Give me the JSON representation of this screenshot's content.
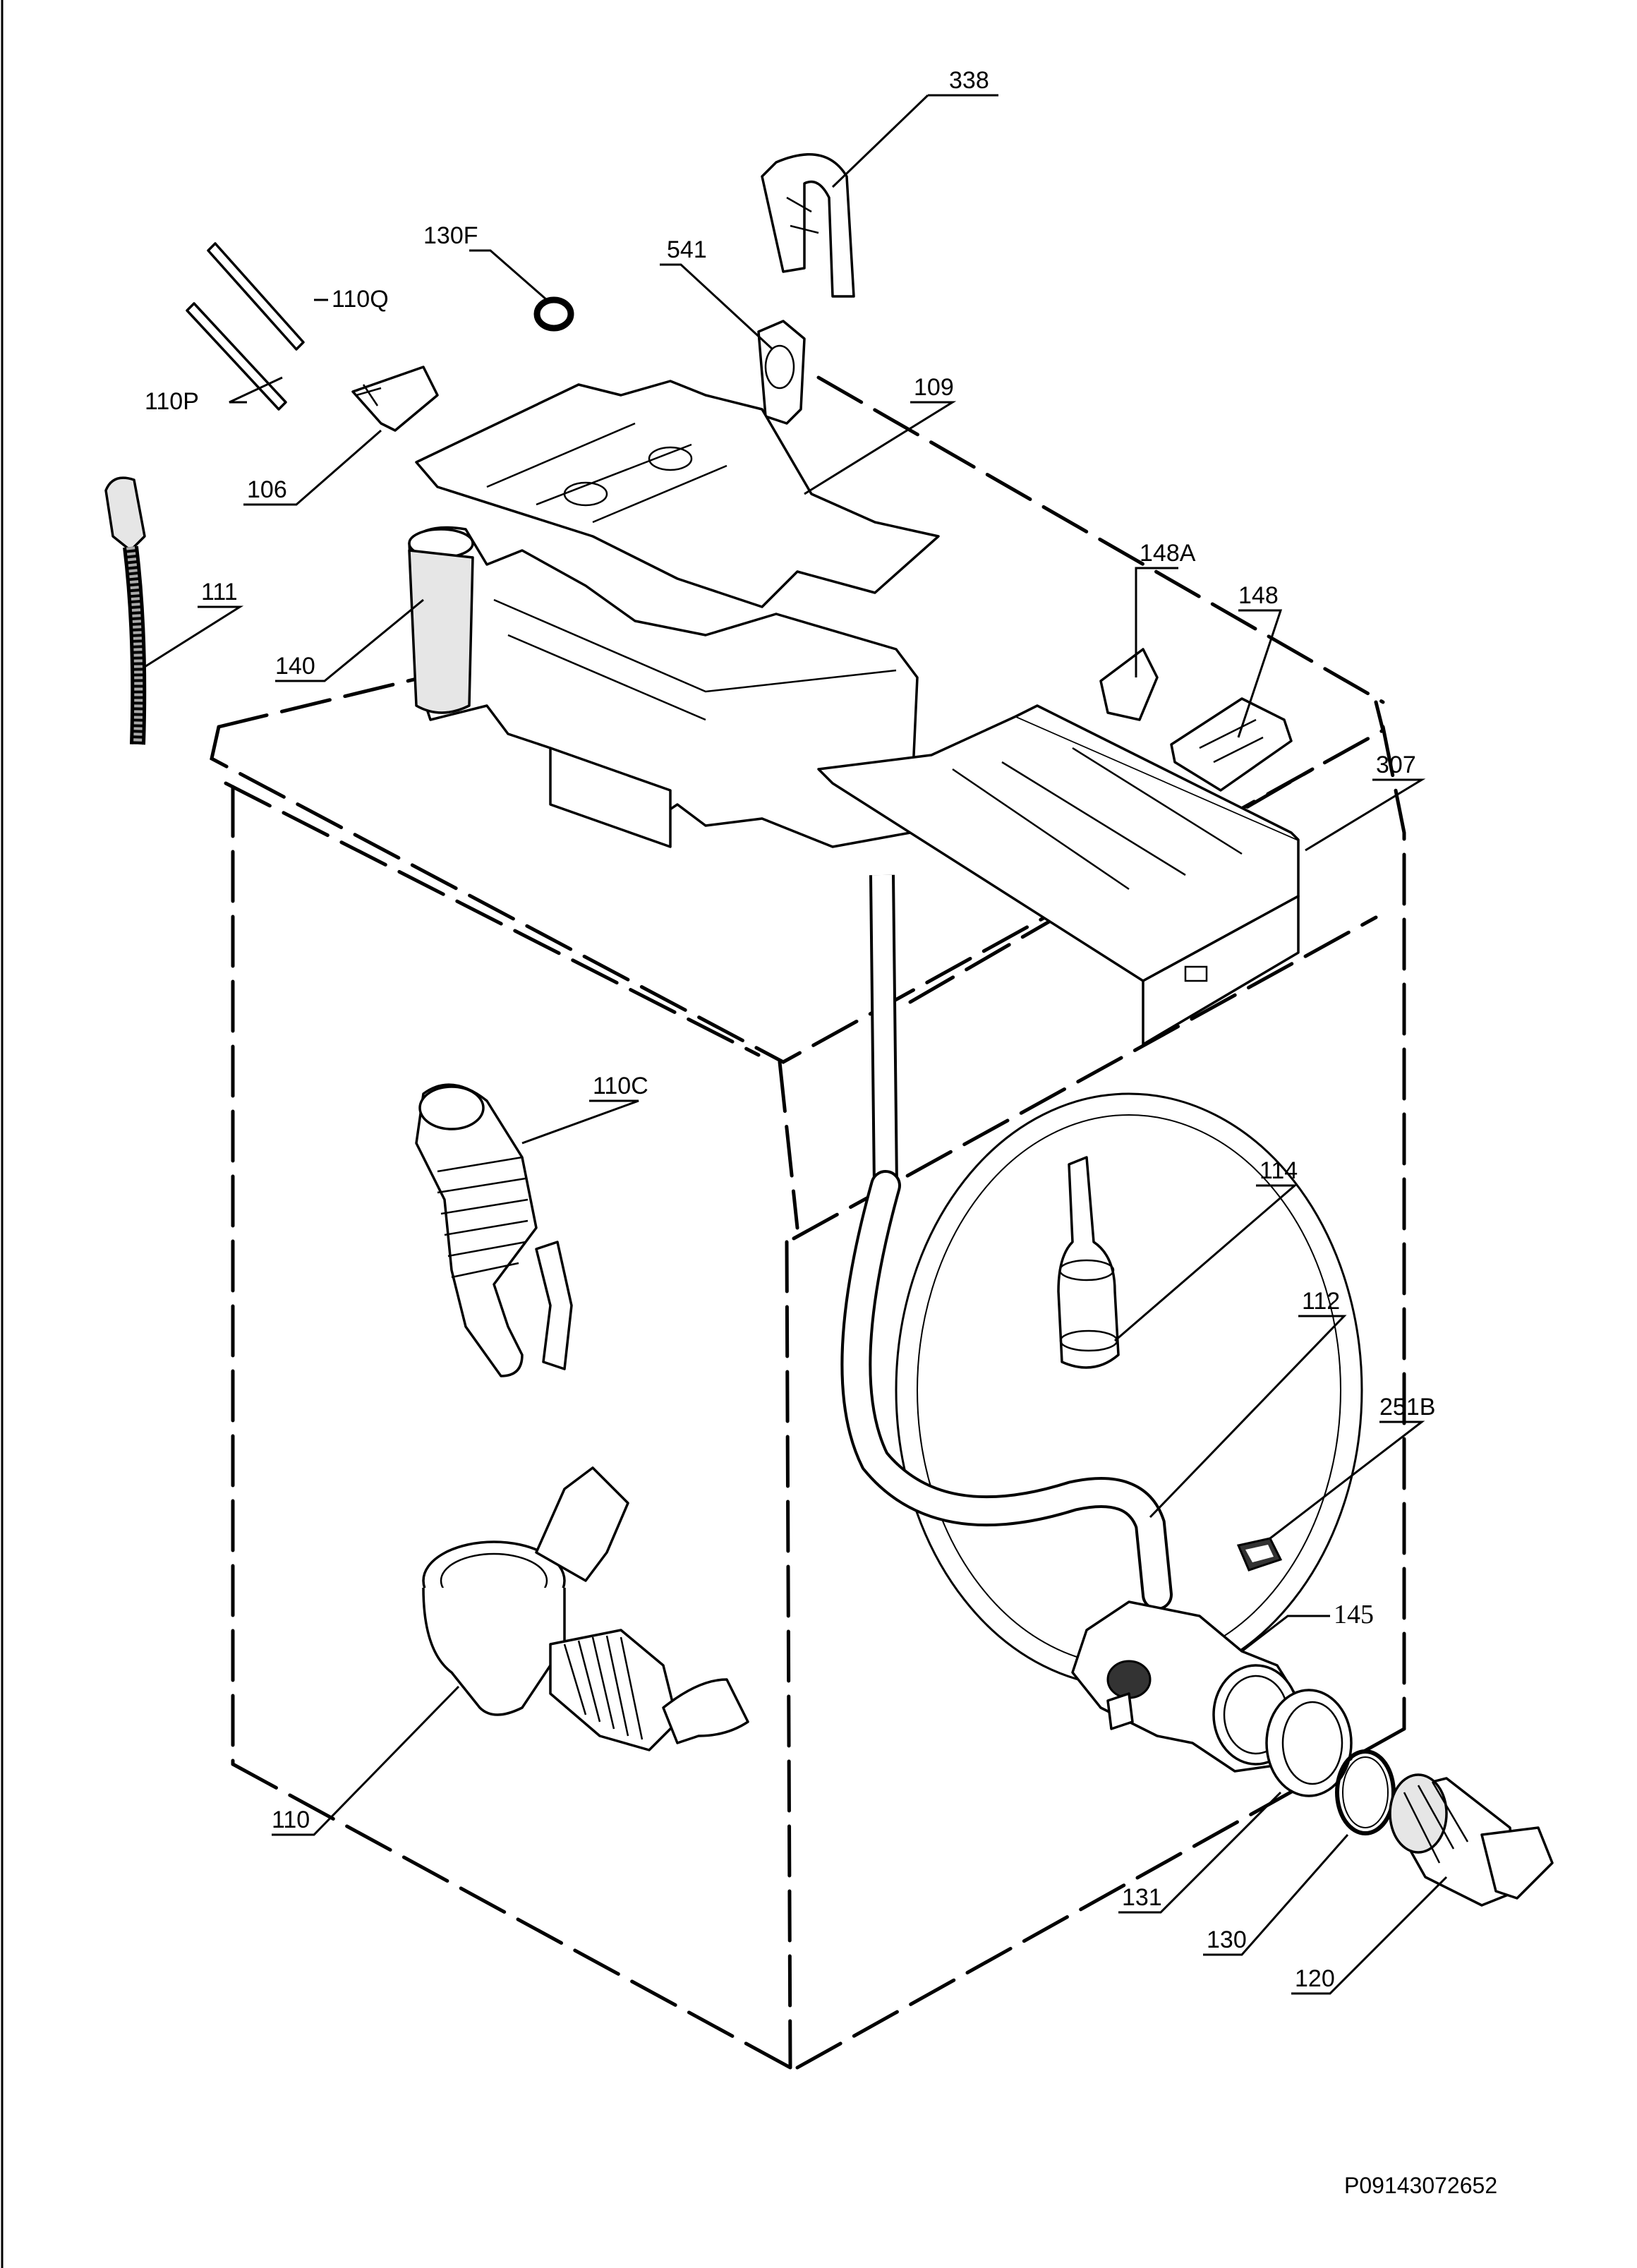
{
  "labels": {
    "p338": "338",
    "p130F": "130F",
    "p541": "541",
    "p110Q": "110Q",
    "p110P": "110P",
    "p109": "109",
    "p106": "106",
    "p111": "111",
    "p140": "140",
    "p148A": "148A",
    "p148": "148",
    "p307": "307",
    "p110C": "110C",
    "p114": "114",
    "p112": "112",
    "p251B": "251B",
    "p145": "145",
    "p110": "110",
    "p131": "131",
    "p130": "130",
    "p120": "120"
  },
  "diagram_code": "P09143072652"
}
